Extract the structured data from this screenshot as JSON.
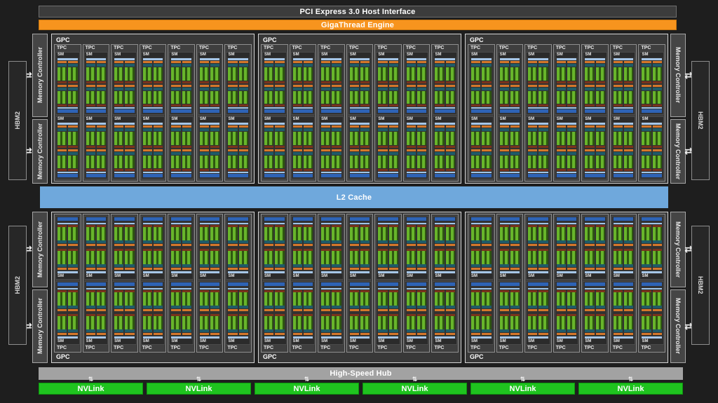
{
  "bars": {
    "pci_host_interface": "PCI Express 3.0 Host Interface",
    "gigathread_engine": "GigaThread Engine",
    "l2_cache": "L2 Cache",
    "high_speed_hub": "High-Speed Hub"
  },
  "labels": {
    "gpc": "GPC",
    "tpc": "TPC",
    "sm": "SM",
    "hbm2": "HBM2",
    "memory_controller": "Memory Controller",
    "nvlink": "NVLink"
  },
  "structure": {
    "gpc_rows": 2,
    "gpc_columns": 3,
    "gpc_count": 6,
    "tpcs_per_gpc": 7,
    "sms_per_tpc": 2,
    "memory_controllers_per_side": 4,
    "hbm2_stacks_per_side": 2,
    "nvlink_count": 6
  },
  "icons": {
    "hbm_bidirectional_arrow": "⇄",
    "nvlink_bidirectional_arrow": "⇅"
  },
  "colors": {
    "background": "#1E1E1E",
    "pci_bar": "#3C3C3C",
    "gigathread_orange": "#F7941E",
    "l2_blue": "#6FA8DC",
    "hub_gray": "#A2A2A2",
    "nvlink_green": "#1FC31F",
    "core_green": "#68B52B",
    "register_teal": "#1F5B68",
    "scheduler_orange": "#D4772B",
    "ldst_maroon": "#79331C",
    "l1_light_blue": "#A6C6E7",
    "tex_blue": "#2E63B5"
  }
}
